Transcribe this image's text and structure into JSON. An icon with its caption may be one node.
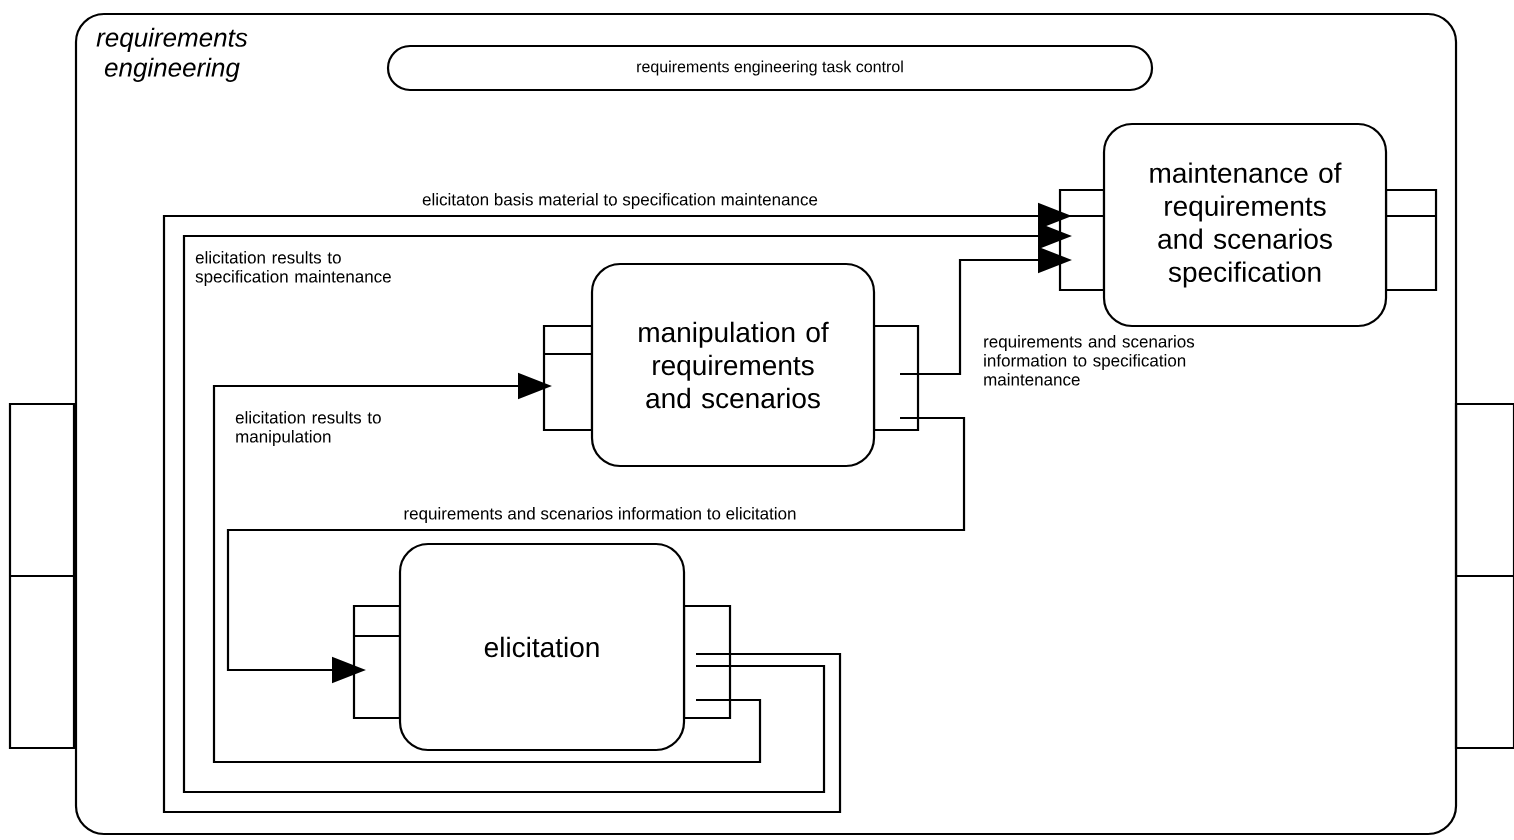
{
  "diagram": {
    "nodes": [
      {
        "text": [
          "requirements engineering"
        ]
      },
      {
        "text": [
          "requirements engineering task control"
        ],
        "in": 0
      },
      {
        "text": [
          "maintenance of requirements and scenarios specification"
        ],
        "in": 0
      },
      {
        "text": [
          "manipulation of requirements and scenarios"
        ],
        "in": 0
      },
      {
        "text": [
          "elicitation"
        ],
        "in": 0
      }
    ],
    "edges": [
      {
        "from": 4,
        "to": 2,
        "arrow": "to",
        "label": "elicitaton basis material to specification maintenance"
      },
      {
        "from": 4,
        "to": 2,
        "arrow": "to",
        "label": "elicitation results to specification maintenance"
      },
      {
        "from": 4,
        "to": 3,
        "arrow": "to",
        "label": "elicitation results to manipulation"
      },
      {
        "from": 3,
        "to": 4,
        "arrow": "to",
        "label": "requirements and scenarios information to elicitation"
      },
      {
        "from": 3,
        "to": 2,
        "arrow": "to",
        "label": "requirements and scenarios information to specification maintenance"
      }
    ]
  }
}
